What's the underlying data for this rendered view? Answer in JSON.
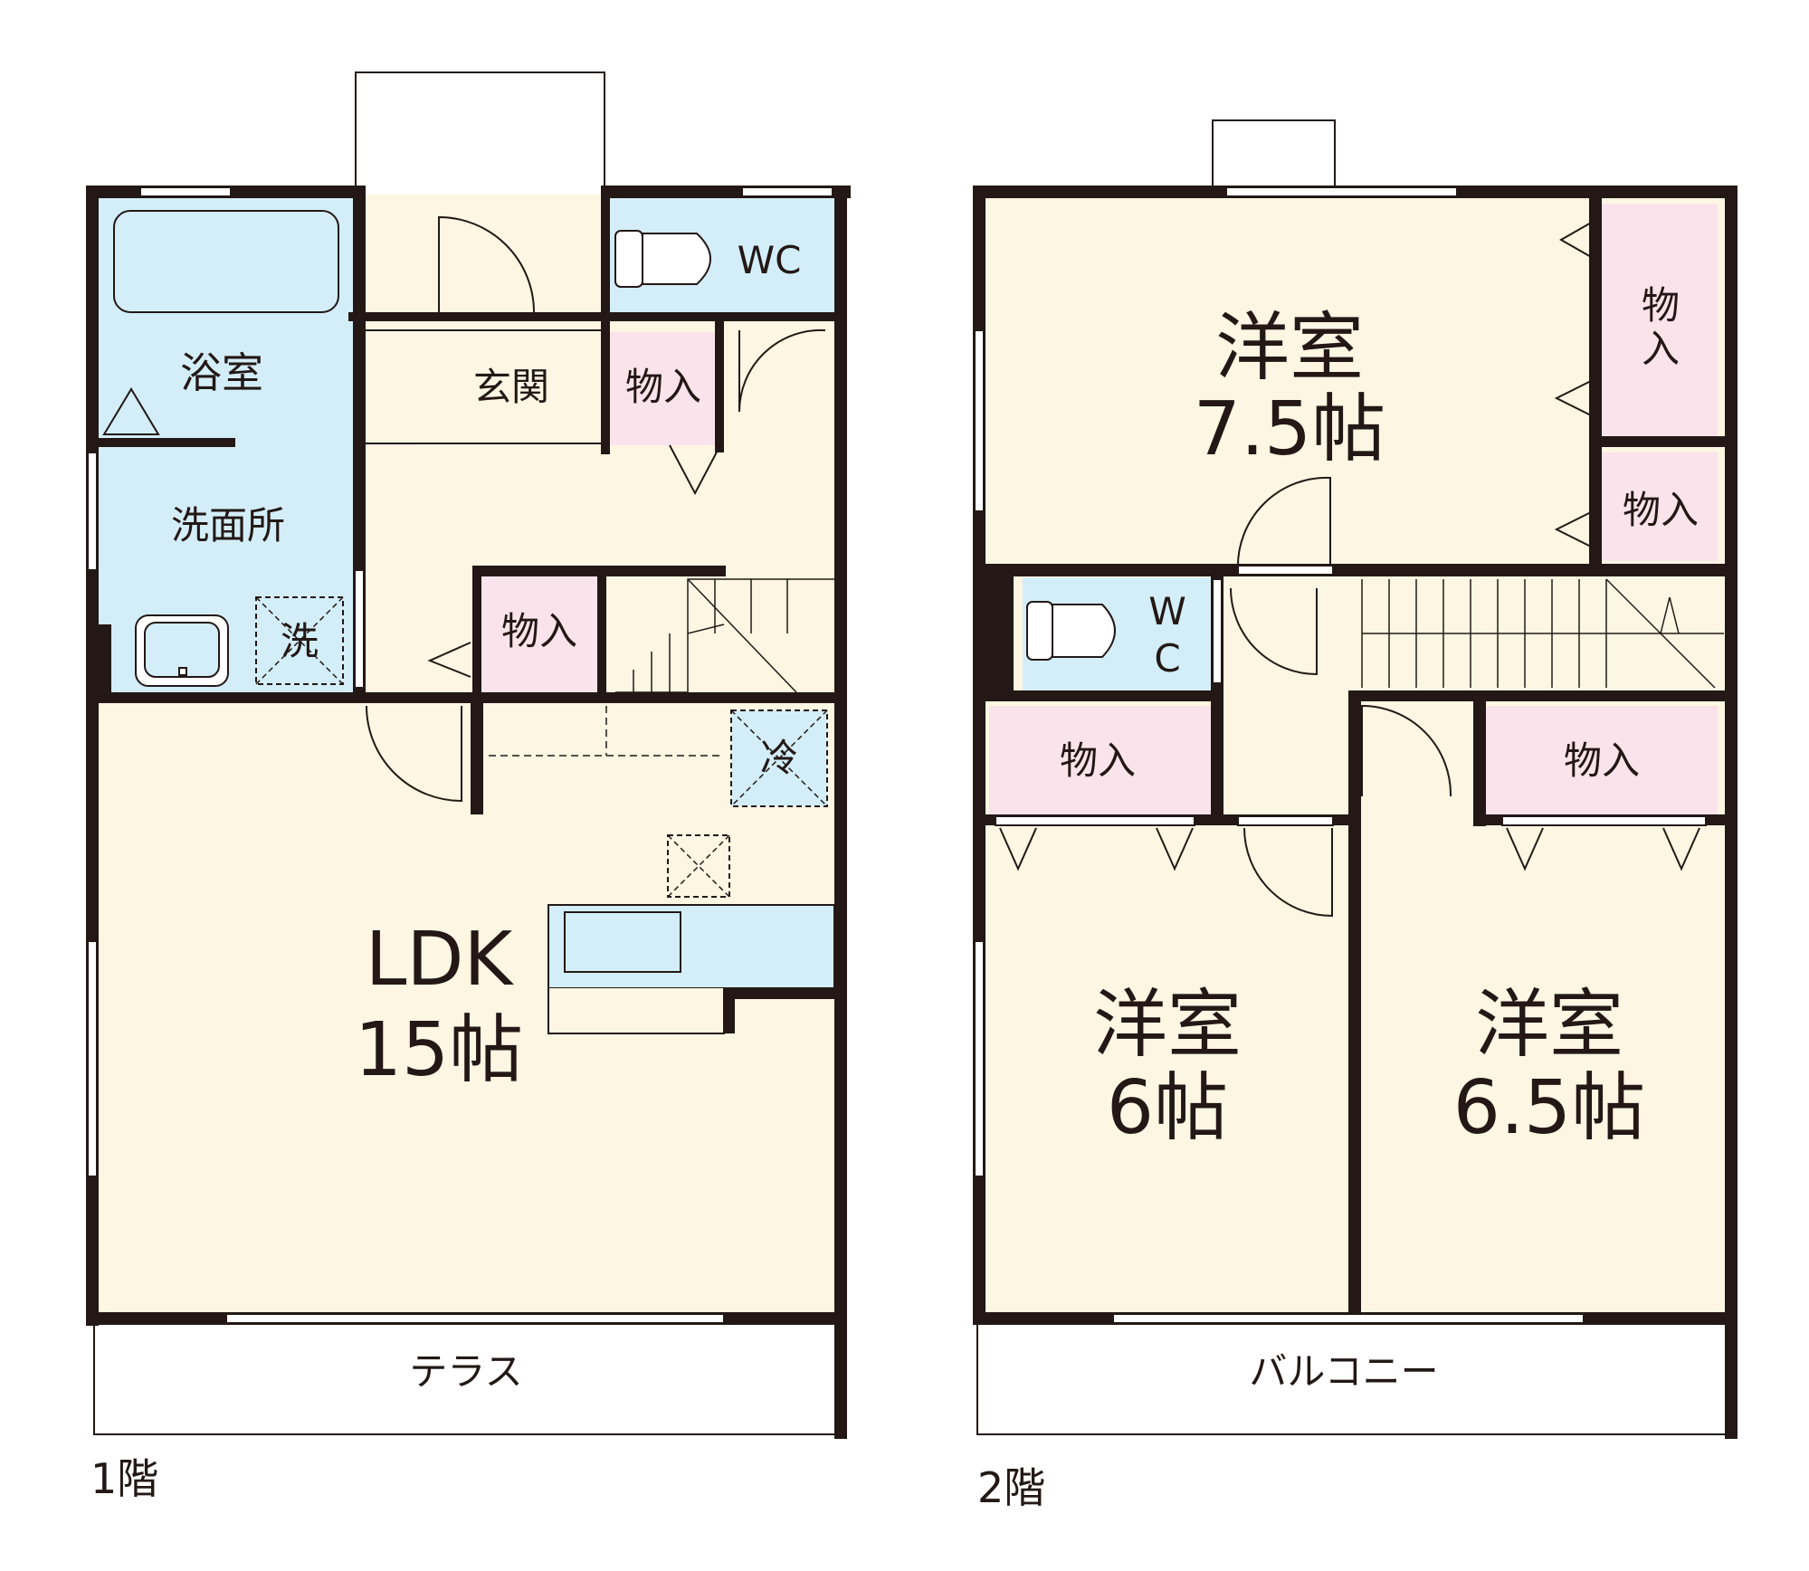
{
  "floor1": {
    "label": "1階",
    "rooms": {
      "bath": "浴室",
      "washroom": "洗面所",
      "washer": "洗",
      "entrance": "玄関",
      "storage_entrance": "物入",
      "storage_hall": "物入",
      "wc": "WC",
      "fridge": "冷",
      "ldk_name": "LDK",
      "ldk_size": "15帖",
      "terrace": "テラス"
    }
  },
  "floor2": {
    "label": "2階",
    "rooms": {
      "room_a_name": "洋室",
      "room_a_size": "7.5帖",
      "storage_a_top_1": "物",
      "storage_a_top_2": "入",
      "storage_a_bottom": "物入",
      "wc_1": "W",
      "wc_2": "C",
      "storage_left": "物入",
      "storage_right": "物入",
      "room_b_name": "洋室",
      "room_b_size": "6帖",
      "room_c_name": "洋室",
      "room_c_size": "6.5帖",
      "balcony": "バルコニー"
    }
  },
  "colors": {
    "wall": "#231815",
    "room_floor": "#fdf6e3",
    "wet_area": "#d3eef9",
    "storage": "#fbe3ec",
    "line": "#231815"
  }
}
